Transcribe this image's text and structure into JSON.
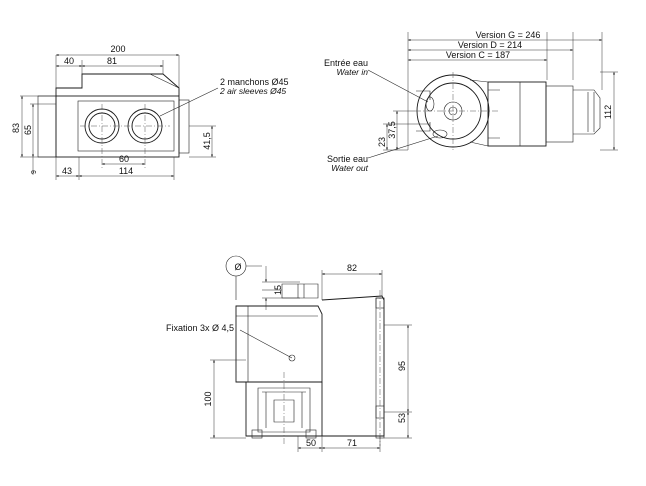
{
  "front_view": {
    "dims": {
      "total_width": "200",
      "left_offset": "40",
      "top_width": "81",
      "height_total": "83",
      "height_inner": "65",
      "height_center": "41,5",
      "bottom_offset": "43",
      "hole_spacing": "60",
      "base_width": "114",
      "base_side": "9"
    },
    "label_fr": "2 manchons Ø45",
    "label_en": "2 air sleeves   Ø45"
  },
  "side_view": {
    "version_g": "Version G = 246",
    "version_d": "Version D = 214",
    "version_c": "Version C = 187",
    "height": "112",
    "dim_small_1": "23",
    "dim_small_2": "37,5",
    "inlet_fr": "Entrée eau",
    "inlet_en": "Water in",
    "outlet_fr": "Sortie eau",
    "outlet_en": "Water out"
  },
  "top_view": {
    "dims": {
      "diameter_symbol": "Ø",
      "dim_15": "15",
      "dim_82": "82",
      "dim_95": "95",
      "dim_100": "100",
      "dim_53": "53",
      "dim_50": "50",
      "dim_71": "71"
    },
    "fixation_label": "Fixation 3x Ø 4,5"
  }
}
